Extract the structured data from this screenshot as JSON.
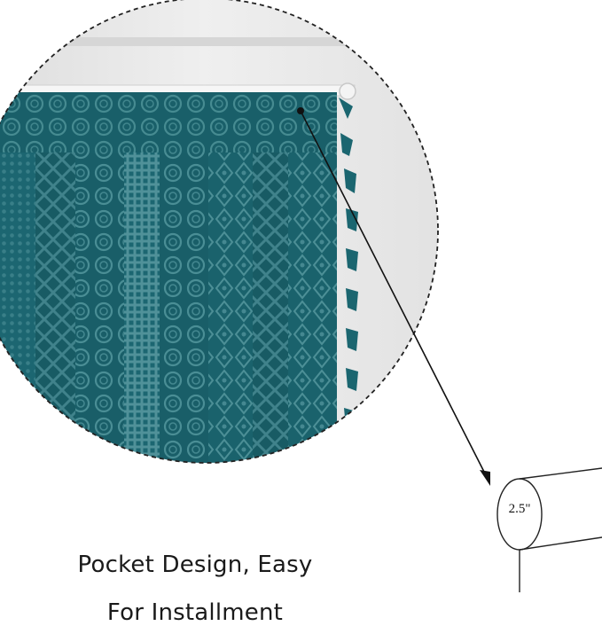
{
  "caption": {
    "line1": "Pocket Design, Easy",
    "line2": "For Installment"
  },
  "rod_diagram": {
    "diameter_label": "2.5\""
  },
  "colors": {
    "curtain": "#1f6f7a",
    "curtain_dark": "#124a53",
    "curtain_light": "#3b8e98",
    "wall": "#ececec",
    "rod": "#f4f4f4",
    "outline": "#222222"
  },
  "icons": {
    "zoom_circle": "dashed-circle-icon",
    "pointer": "arrow-icon",
    "rod": "cylinder-icon"
  }
}
